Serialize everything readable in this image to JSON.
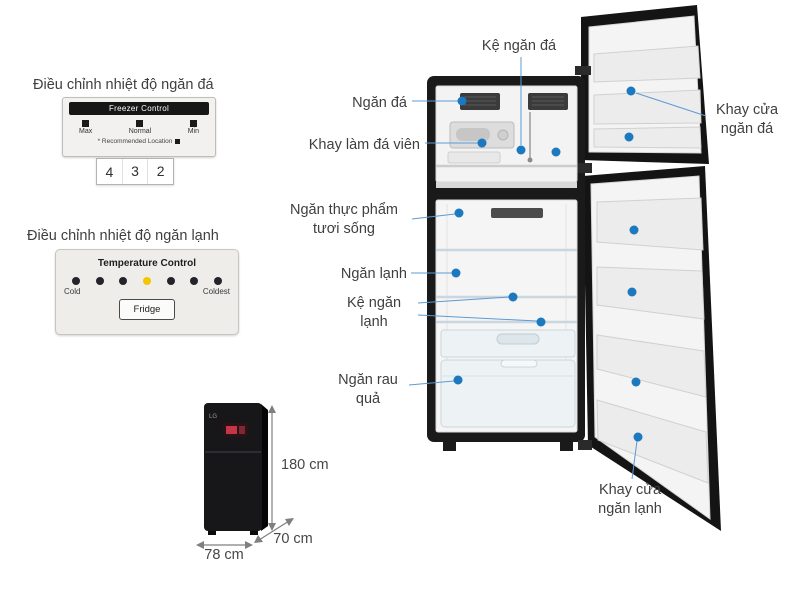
{
  "callouts": {
    "ke_ngan_da": "Kệ ngăn đá",
    "ngan_da": "Ngăn đá",
    "khay_cua_ngan_da": "Khay cửa\nngăn đá",
    "khay_lam_da_vien": "Khay làm đá viên",
    "ngan_thuc_pham_tuoi_song": "Ngăn thực phẩm\ntươi sống",
    "ngan_lanh": "Ngăn lạnh",
    "ke_ngan_lanh": "Kệ ngăn\nlạnh",
    "ngan_rau_qua": "Ngăn rau\nquả",
    "khay_cua_ngan_lanh": "Khay cửa\nngăn lạnh"
  },
  "freezer_control": {
    "heading": "Điều chỉnh nhiệt độ ngăn đá",
    "panel_title": "Freezer Control",
    "scale": [
      "Max",
      "Normal",
      "Min"
    ],
    "recommended_note": "* Recommended Location",
    "dial_digits": [
      "4",
      "3",
      "2"
    ]
  },
  "fridge_control": {
    "heading": "Điều chỉnh nhiệt độ ngăn lạnh",
    "panel_title": "Temperature Control",
    "min_label": "Cold",
    "max_label": "Coldest",
    "button_label": "Fridge",
    "active_dot_color": "#f2c500"
  },
  "dimensions": {
    "height": "180 cm",
    "width": "78 cm",
    "depth": "70 cm"
  },
  "mini_fridge": {
    "logo": "LG"
  },
  "colors": {
    "marker_blue": "#1c79c0",
    "connector_blue": "#5b9bd5",
    "label_text": "#3f3f3f"
  }
}
